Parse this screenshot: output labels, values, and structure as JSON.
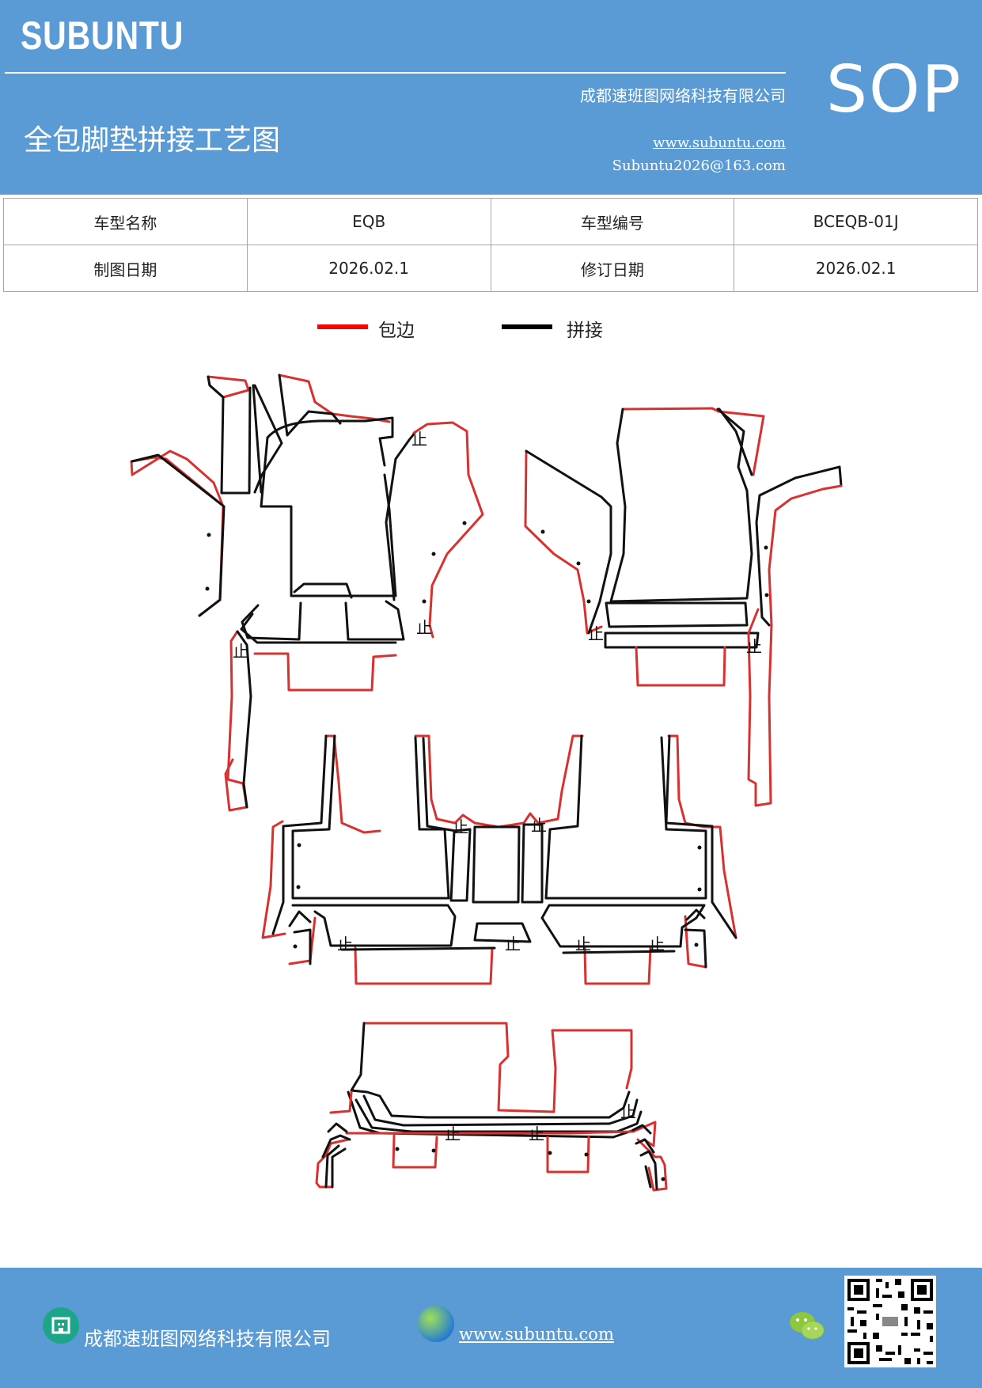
{
  "header": {
    "logo": "SUBUNTU",
    "company": "成都速班图网络科技有限公司",
    "title": "全包脚垫拼接工艺图",
    "website": "www.subuntu.com",
    "email": "Subuntu2026@163.com",
    "badge": "SOP"
  },
  "info_table": {
    "model_name_label": "车型名称",
    "model_name_value": "EQB",
    "model_code_label": "车型编号",
    "model_code_value": "BCEQB-01J",
    "draw_date_label": "制图日期",
    "draw_date_value": "2026.02.1",
    "revise_date_label": "修订日期",
    "revise_date_value": "2026.02.1"
  },
  "legend": {
    "edge_label": "包边",
    "edge_color": "#ff0000",
    "splice_label": "拼接",
    "splice_color": "#000000"
  },
  "diagram": {
    "stop_mark": "止"
  },
  "footer": {
    "company": "成都速班图网络科技有限公司",
    "website": "www.subuntu.com",
    "icons": [
      "building-icon",
      "globe-icon",
      "wechat-icon",
      "qr-code"
    ]
  },
  "colors": {
    "brand_blue": "#5b9bd5"
  }
}
